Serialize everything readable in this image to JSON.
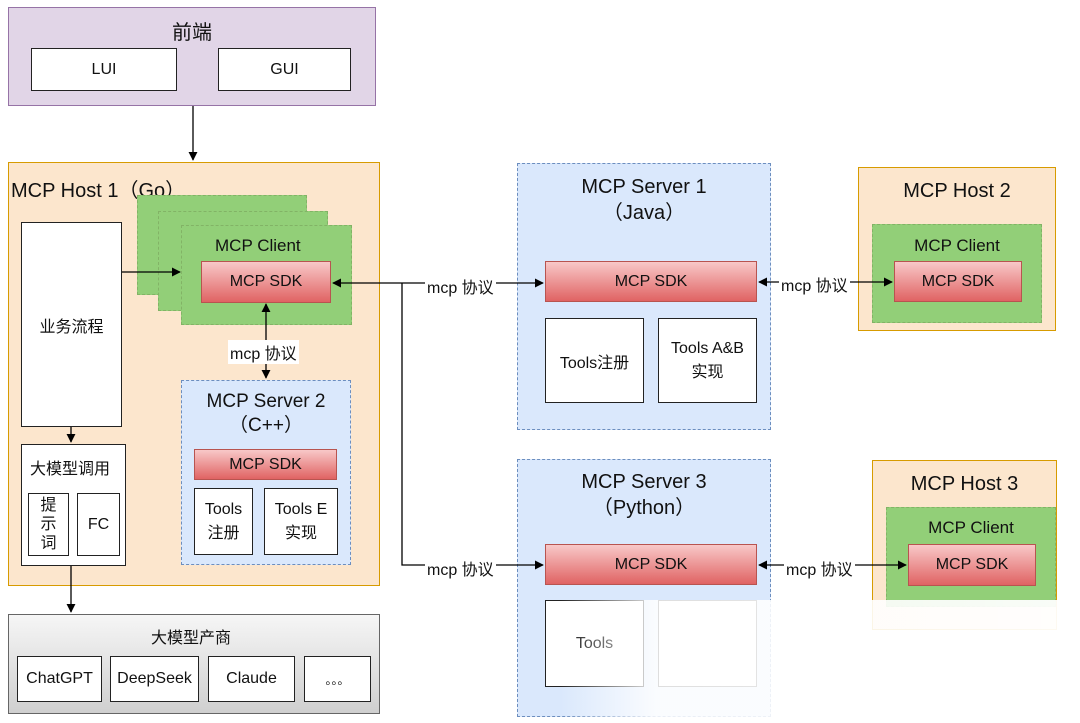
{
  "frontend": {
    "title": "前端",
    "items": [
      "LUI",
      "GUI"
    ]
  },
  "host1": {
    "title": "MCP Host 1（Go）",
    "business_flow": "业务流程",
    "llm_call": {
      "title": "大模型调用",
      "prompt": "提\n示\n词",
      "fc": "FC"
    },
    "client": {
      "title": "MCP Client",
      "sdk": "MCP SDK"
    },
    "server2": {
      "title": "MCP Server 2\n（C++）",
      "sdk": "MCP SDK",
      "tools_register": "Tools\n注册",
      "tools_impl": "Tools E\n实现"
    }
  },
  "vendors": {
    "title": "大模型产商",
    "items": [
      "ChatGPT",
      "DeepSeek",
      "Claude",
      "。。。"
    ]
  },
  "server1": {
    "title": "MCP Server 1\n（Java）",
    "sdk": "MCP SDK",
    "tools_register": "Tools注册",
    "tools_impl": "Tools A&B\n实现"
  },
  "server3": {
    "title": "MCP Server 3\n（Python）",
    "sdk": "MCP SDK",
    "tools_register": "Tools"
  },
  "host2": {
    "title": "MCP Host 2",
    "client": "MCP Client",
    "sdk": "MCP SDK"
  },
  "host3": {
    "title": "MCP Host 3",
    "client": "MCP Client",
    "sdk": "MCP SDK"
  },
  "edges": {
    "mcp_protocol_inner": "mcp 协议",
    "mcp_protocol_server1": "mcp 协议",
    "mcp_protocol_host2": "mcp 协议",
    "mcp_protocol_server3": "mcp 协议",
    "mcp_protocol_host3": "mcp 协议"
  },
  "colors": {
    "frontend": "#e1d5e7",
    "host": "#fce6cd",
    "server": "#dae8fc",
    "client": "#92cf78",
    "sdk": "#e06363"
  }
}
